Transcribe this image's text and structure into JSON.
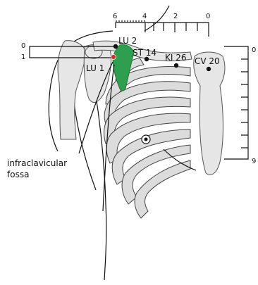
{
  "diagram": {
    "points": [
      {
        "id": "lu2",
        "label": "LU 2",
        "marker_color": "#111111",
        "label_color": "#111111"
      },
      {
        "id": "lu1",
        "label": "LU 1",
        "marker_color": "#d32f2f",
        "label_color": "#d32f2f"
      },
      {
        "id": "st14",
        "label": "ST 14",
        "marker_color": "#111111",
        "label_color": "#111111"
      },
      {
        "id": "ki26",
        "label": "KI 26",
        "marker_color": "#111111",
        "label_color": "#111111"
      },
      {
        "id": "cv20",
        "label": "CV 20",
        "marker_color": "#111111",
        "label_color": "#111111"
      }
    ],
    "annotation": {
      "line1": "infraclavicular",
      "line2": "fossa"
    },
    "top_scale": {
      "ticks": [
        "6",
        "4",
        "2",
        "0"
      ]
    },
    "left_scale": {
      "ticks": [
        "0",
        "1"
      ]
    },
    "right_scale": {
      "ticks": [
        "0",
        "9"
      ]
    },
    "colors": {
      "highlight": "#2e9e4f",
      "bone": "#e6e6e6",
      "rib": "#dcdcdc",
      "outline": "#444444"
    }
  }
}
